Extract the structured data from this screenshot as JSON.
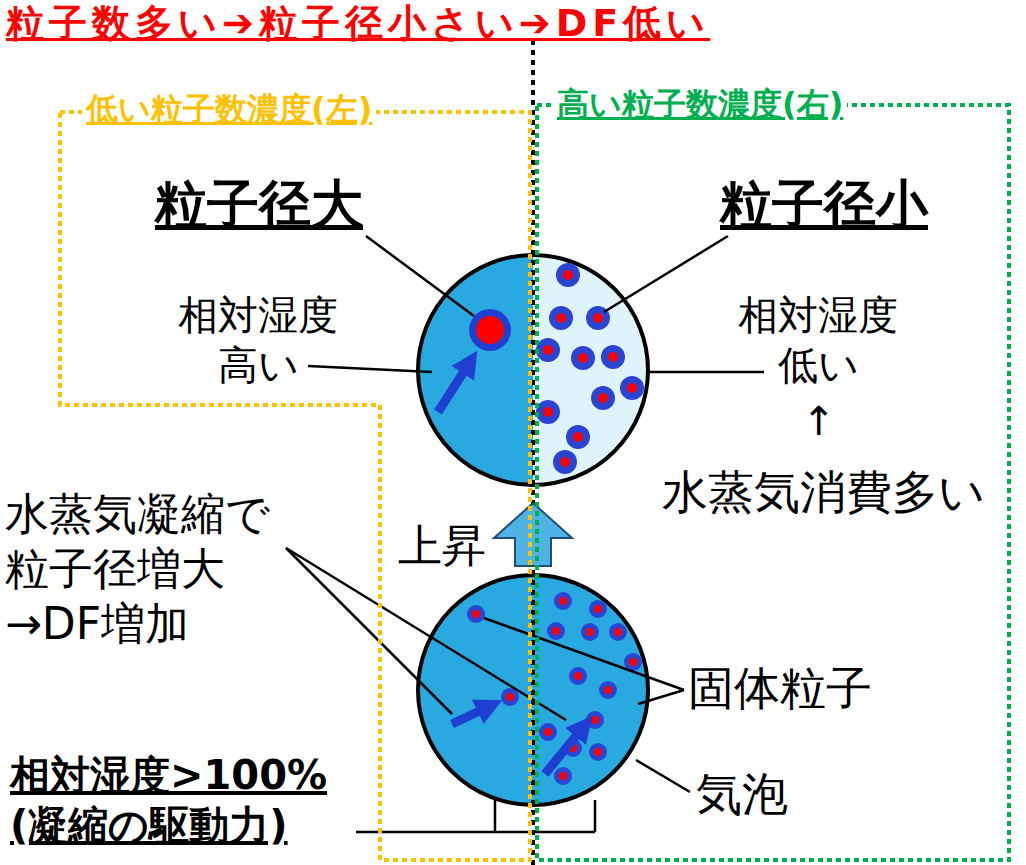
{
  "diagram": {
    "title": "粒子数多い➔粒子径小さい➔DF低い",
    "nodes": [
      {
        "text": [
          "低い粒子数濃度(左)"
        ]
      },
      {
        "text": [
          "高い粒子数濃度(右)"
        ]
      }
    ],
    "labels": [
      "粒子径大",
      "粒子径小",
      "相対湿度 高い",
      "相対湿度 低い",
      "↑",
      "水蒸気消費多い",
      "水蒸気凝縮で 粒子径増大 →DF増加",
      "上昇",
      "固体粒子",
      "気泡",
      "相対湿度>100% (凝縮の駆動力)"
    ]
  }
}
